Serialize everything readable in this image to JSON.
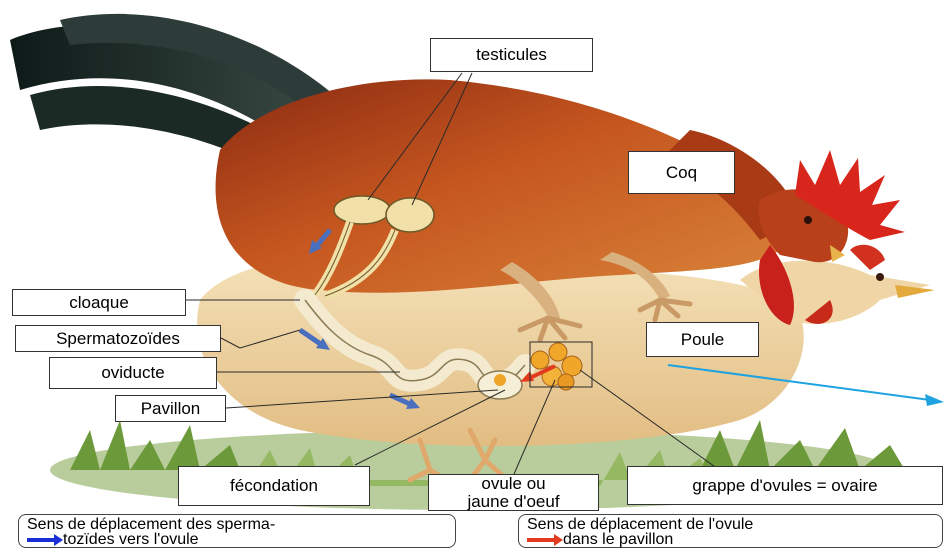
{
  "labels": {
    "testicules": "testicules",
    "coq": "Coq",
    "cloaque": "cloaque",
    "spermatozoides": "Spermatozoïdes",
    "oviducte": "oviducte",
    "pavillon": "Pavillon",
    "poule": "Poule",
    "fecondation": "fécondation",
    "ovule_line1": "ovule ou",
    "ovule_line2": "jaune d'oeuf",
    "grappe": "grappe d'ovules = ovaire"
  },
  "legend": {
    "sperm_line1": "Sens de déplacement des sperma-",
    "sperm_line2": "tozïdes vers l'ovule",
    "ovule_line1": "Sens de déplacement de l'ovule",
    "ovule_line2": "dans le pavillon"
  },
  "colors": {
    "sperm_arrow": "#1a2fd6",
    "ovule_arrow": "#e23a1e",
    "pointer_blue": "#1fa3e0"
  }
}
